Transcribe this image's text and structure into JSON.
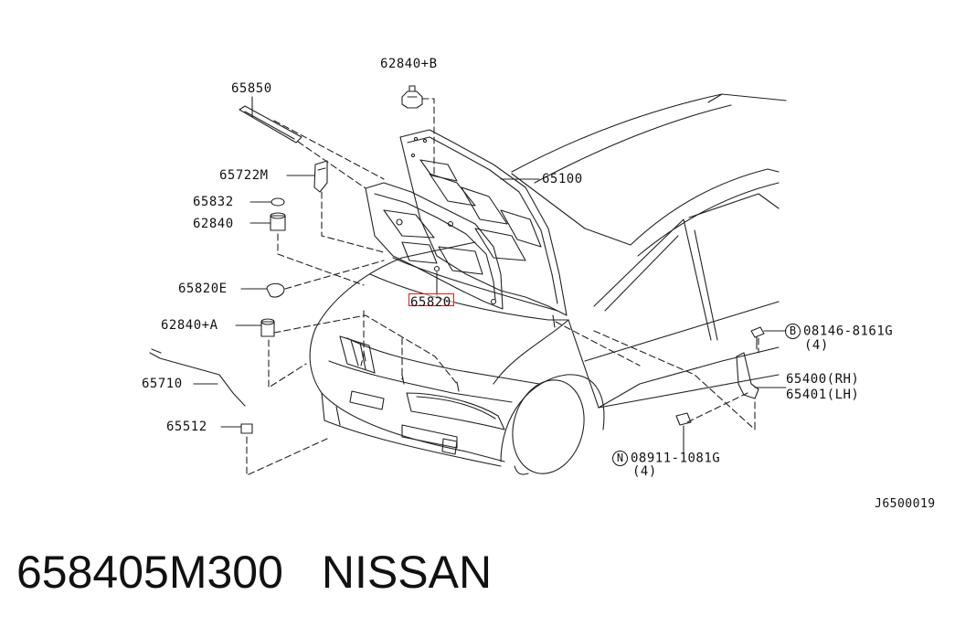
{
  "highlight_color": "#e01b1b",
  "labels": {
    "p62840B": "62840+B",
    "p65850": "65850",
    "p65722M": "65722M",
    "p65832": "65832",
    "p62840": "62840",
    "p65820E": "65820E",
    "p62840A": "62840+A",
    "p65710": "65710",
    "p65512": "65512",
    "p65100": "65100",
    "p65820": "65820",
    "bolt_code": "08146-8161G",
    "bolt_qty": "(4)",
    "bolt_mark": "B",
    "p65400": "65400(RH)",
    "p65401": "65401(LH)",
    "nut_code": "08911-1081G",
    "nut_qty": "(4)",
    "nut_mark": "N",
    "ref_code": "J6500019"
  },
  "caption": {
    "part_number": "658405M300",
    "brand": "NISSAN"
  }
}
